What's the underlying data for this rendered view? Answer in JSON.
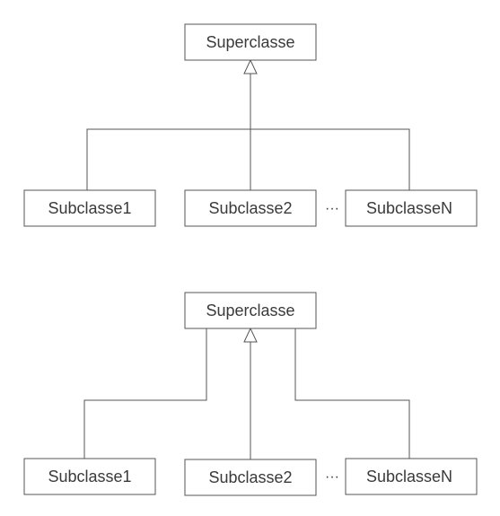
{
  "diagrams": [
    {
      "superclass": "Superclasse",
      "subclasses": [
        "Subclasse1",
        "Subclasse2",
        "SubclasseN"
      ],
      "ellipsis": "···"
    },
    {
      "superclass": "Superclasse",
      "subclasses": [
        "Subclasse1",
        "Subclasse2",
        "SubclasseN"
      ],
      "ellipsis": "···"
    }
  ],
  "colors": {
    "stroke": "#555555",
    "text": "#3a3a3a",
    "background": "#ffffff"
  }
}
